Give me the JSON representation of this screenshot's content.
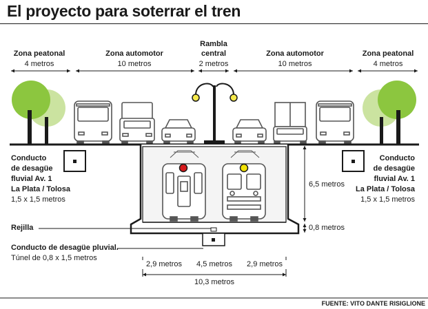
{
  "title": "El proyecto para soterrar el tren",
  "zones": {
    "left_peatonal": {
      "name": "Zona peatonal",
      "width": "4 metros"
    },
    "left_automotor": {
      "name": "Zona automotor",
      "width": "10 metros"
    },
    "rambla": {
      "name_line1": "Rambla",
      "name_line2": "central",
      "width": "2 metros"
    },
    "right_automotor": {
      "name": "Zona automotor",
      "width": "10 metros"
    },
    "right_peatonal": {
      "name": "Zona peatonal",
      "width": "4 metros"
    }
  },
  "left_conduit": {
    "line1": "Conducto",
    "line2": "de desagüe",
    "line3": "fluvial Av. 1",
    "line4": "La Plata / Tolosa",
    "size": "1,5 x 1,5 metros"
  },
  "right_conduit": {
    "line1": "Conducto",
    "line2": "de desagüe",
    "line3": "fluvial Av. 1",
    "line4": "La Plata / Tolosa",
    "size": "1,5 x 1,5 metros"
  },
  "rejilla": "Rejilla",
  "pluvial": {
    "label": "Conducto de desagüe pluvial.",
    "size": "Túnel de 0,8 x 1,5 metros"
  },
  "dimensions": {
    "height_tunnel": "6,5 metros",
    "height_base": "0,8 metros",
    "left_span": "2,9 metros",
    "center_span": "4,5 metros",
    "right_span": "2,9 metros",
    "total_span": "10,3 metros"
  },
  "source": "FUENTE: VITO DANTE RISIGLIONE",
  "colors": {
    "tree": "#8cc63f",
    "tree_light": "#cbe3a0",
    "signal_red": "#d7191c",
    "signal_yellow": "#f2e205",
    "lamp": "#f5e94a"
  },
  "icons": [
    "tree-icon",
    "bus-icon",
    "truck-icon",
    "car-icon",
    "street-lamp-icon",
    "train-icon"
  ]
}
